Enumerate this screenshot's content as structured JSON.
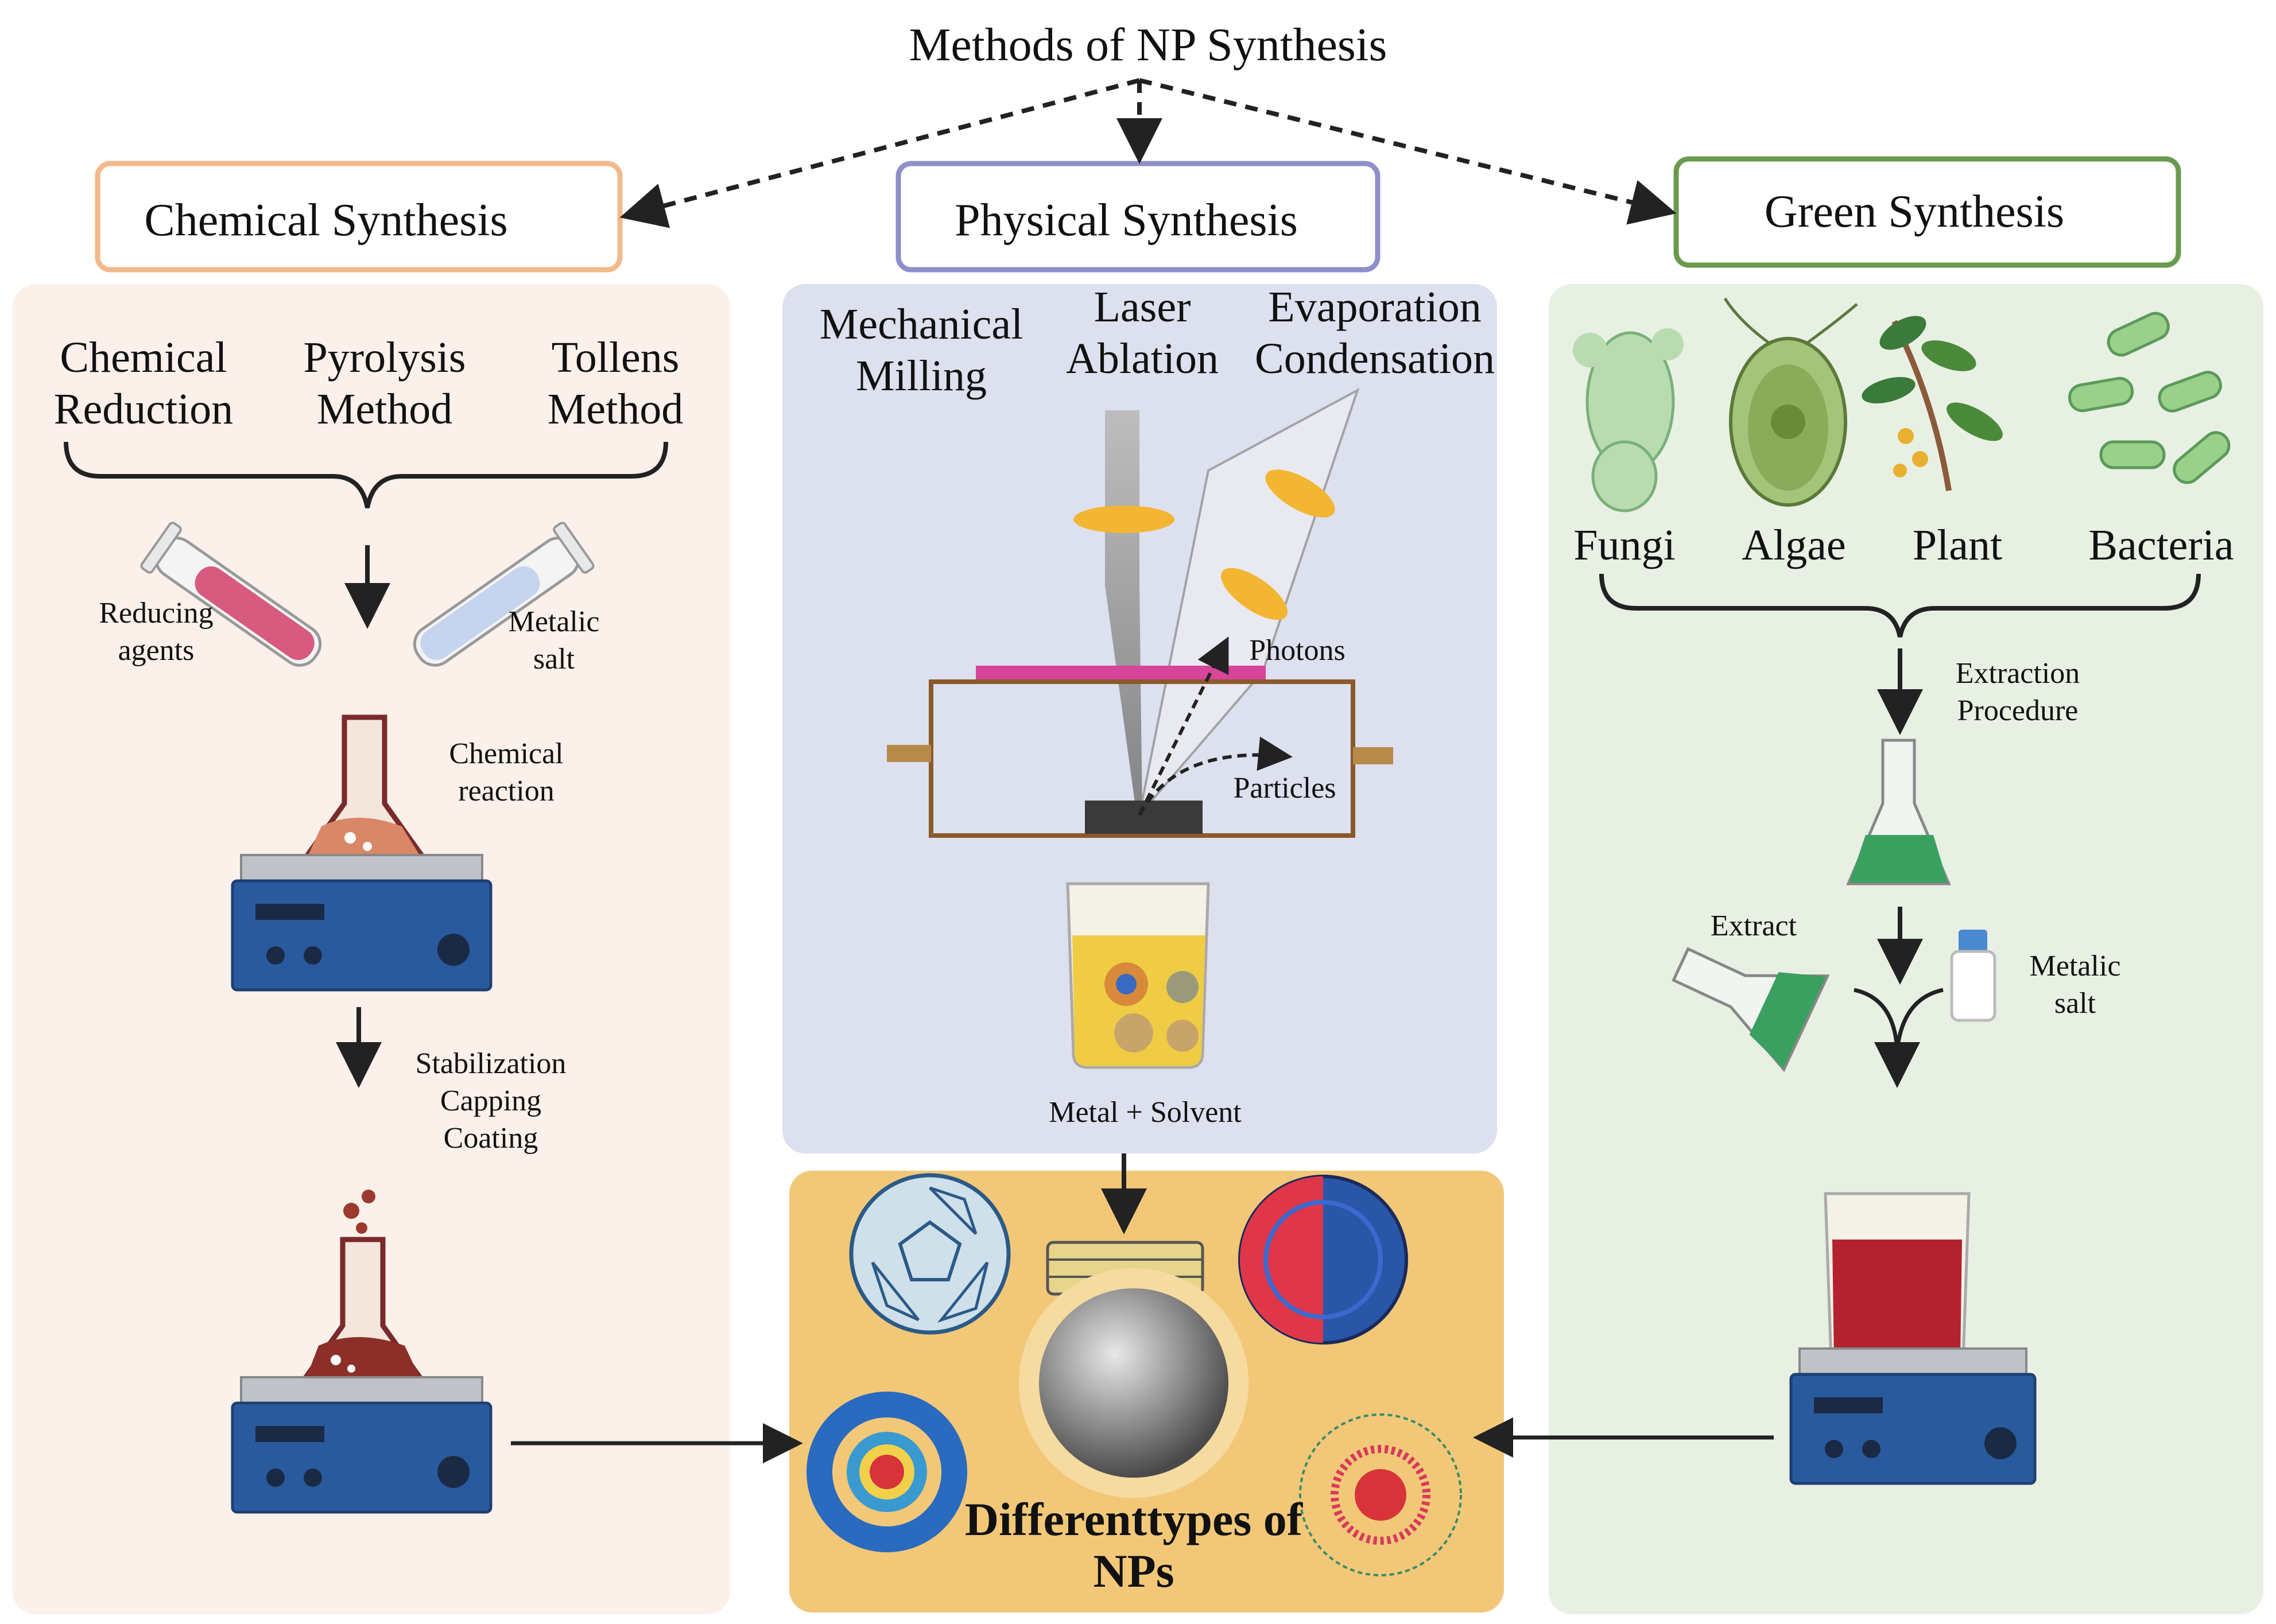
{
  "title": "Methods of NP Synthesis",
  "chemical": {
    "header": "Chemical Synthesis",
    "methods": [
      {
        "line1": "Chemical",
        "line2": "Reduction"
      },
      {
        "line1": "Pyrolysis",
        "line2": "Method"
      },
      {
        "line1": "Tollens",
        "line2": "Method"
      }
    ],
    "reducing": {
      "line1": "Reducing",
      "line2": "agents"
    },
    "metalic": {
      "line1": "Metalic",
      "line2": "salt"
    },
    "reaction": {
      "line1": "Chemical",
      "line2": "reaction"
    },
    "stabilization": {
      "line1": "Stabilization",
      "line2": "Capping",
      "line3": "Coating"
    }
  },
  "physical": {
    "header": "Physical Synthesis",
    "methods": [
      {
        "line1": "Mechanical",
        "line2": "Milling"
      },
      {
        "line1": "Laser",
        "line2": "Ablation"
      },
      {
        "line1": "Evaporation",
        "line2": "Condensation"
      }
    ],
    "photons": "Photons",
    "particles": "Particles",
    "metal_solvent": "Metal + Solvent"
  },
  "green": {
    "header": "Green Synthesis",
    "sources": [
      "Fungi",
      "Algae",
      "Plant",
      "Bacteria"
    ],
    "extraction": {
      "line1": "Extraction",
      "line2": "Procedure"
    },
    "extract": "Extract",
    "metalic": {
      "line1": "Metalic",
      "line2": "salt"
    }
  },
  "result": {
    "line1": "Differenttypes of",
    "line2": "NPs"
  },
  "colors": {
    "chemical_border": "#f2b98a",
    "chemical_panel": "#fbf0ea",
    "physical_border": "#8f8fc9",
    "physical_panel": "#dde0ee",
    "green_border": "#6a9a4e",
    "green_panel": "#e8f0e3",
    "result_panel": "#f2c878"
  }
}
